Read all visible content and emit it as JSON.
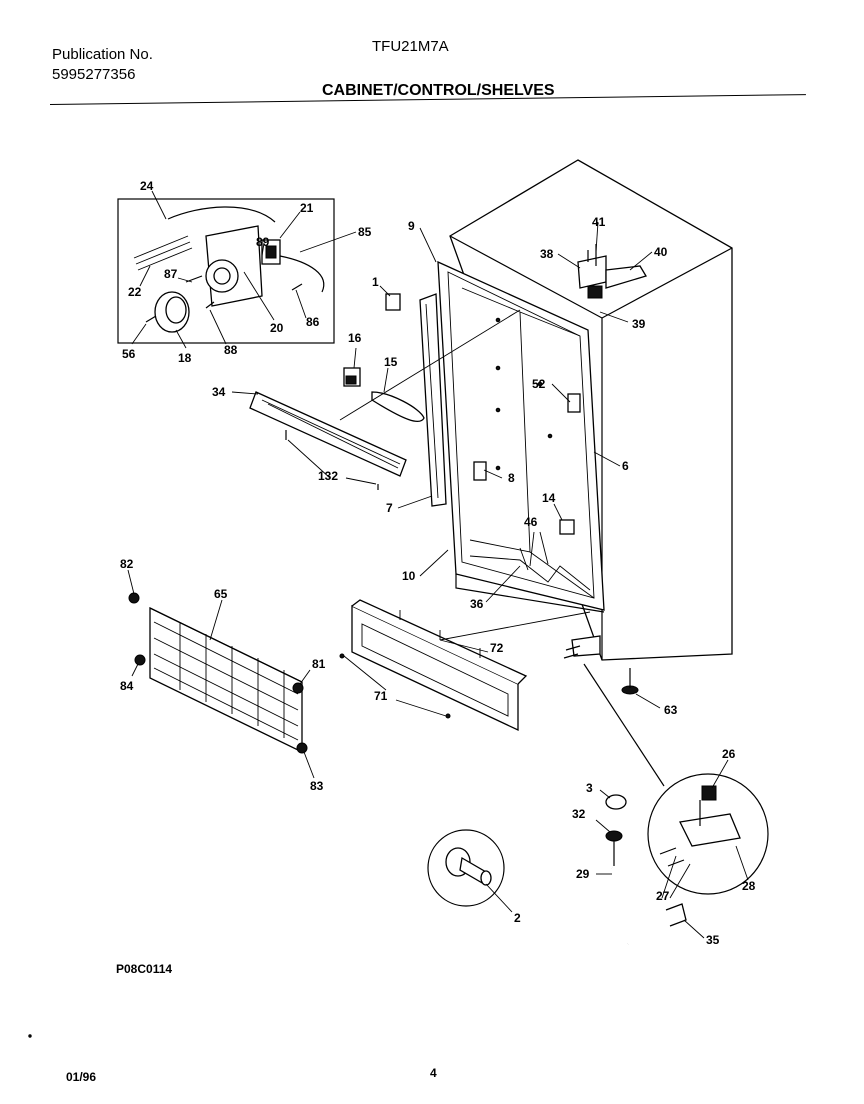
{
  "header": {
    "publication_label": "Publication No.",
    "publication_number": "5995277356",
    "model": "TFU21M7A",
    "section_title": "CABINET/CONTROL/SHELVES"
  },
  "footer": {
    "drawing_code": "P08C0114",
    "date": "01/96",
    "page_number": "4"
  },
  "callouts": {
    "c24": "24",
    "c21": "21",
    "c85": "85",
    "c89": "89",
    "c87": "87",
    "c22": "22",
    "c20": "20",
    "c86": "86",
    "c56": "56",
    "c18": "18",
    "c88": "88",
    "c9": "9",
    "c41": "41",
    "c38a": "38",
    "c40": "40",
    "c39": "39",
    "c1": "1",
    "c16": "16",
    "c15": "15",
    "c52": "52",
    "c34": "34",
    "c132": "132",
    "c8": "8",
    "c6": "6",
    "c7": "7",
    "c14": "14",
    "c46": "46",
    "c10": "10",
    "c36": "36",
    "c82": "82",
    "c65": "65",
    "c72": "72",
    "c81": "81",
    "c84": "84",
    "c71": "71",
    "c63": "63",
    "c83": "83",
    "c26": "26",
    "c3": "3",
    "c32": "32",
    "c29": "29",
    "c27": "27",
    "c28": "28",
    "c2": "2",
    "c35": "35"
  }
}
